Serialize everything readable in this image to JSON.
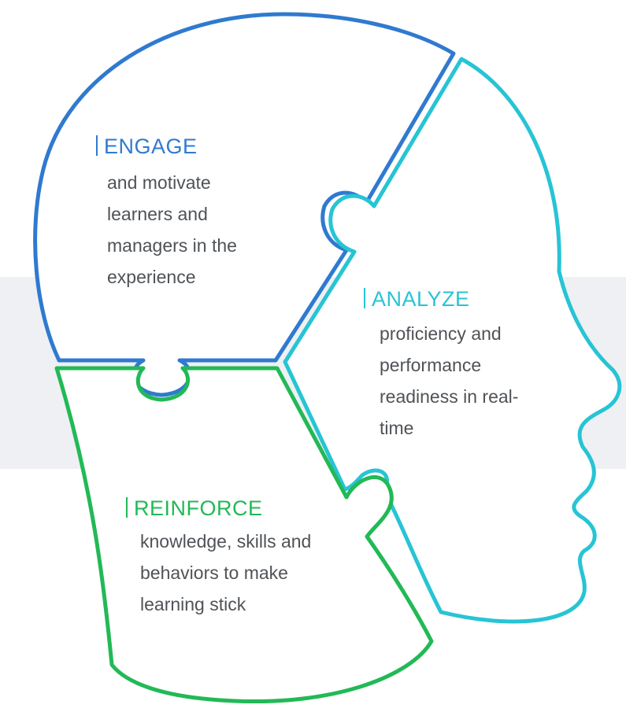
{
  "colors": {
    "engage": "#2f7ad0",
    "analyze": "#27c4d4",
    "reinforce": "#22b956",
    "text": "#4f5357",
    "band": "#eef0f3"
  },
  "pieces": {
    "engage": {
      "title": "ENGAGE",
      "lines": [
        "and motivate",
        "learners and",
        "managers in the",
        "experience"
      ]
    },
    "analyze": {
      "title": "ANALYZE",
      "lines": [
        "proficiency and",
        "performance",
        "readiness in real-",
        "time"
      ]
    },
    "reinforce": {
      "title": "REINFORCE",
      "lines": [
        "knowledge, skills and",
        "behaviors to make",
        "learning stick"
      ]
    }
  }
}
